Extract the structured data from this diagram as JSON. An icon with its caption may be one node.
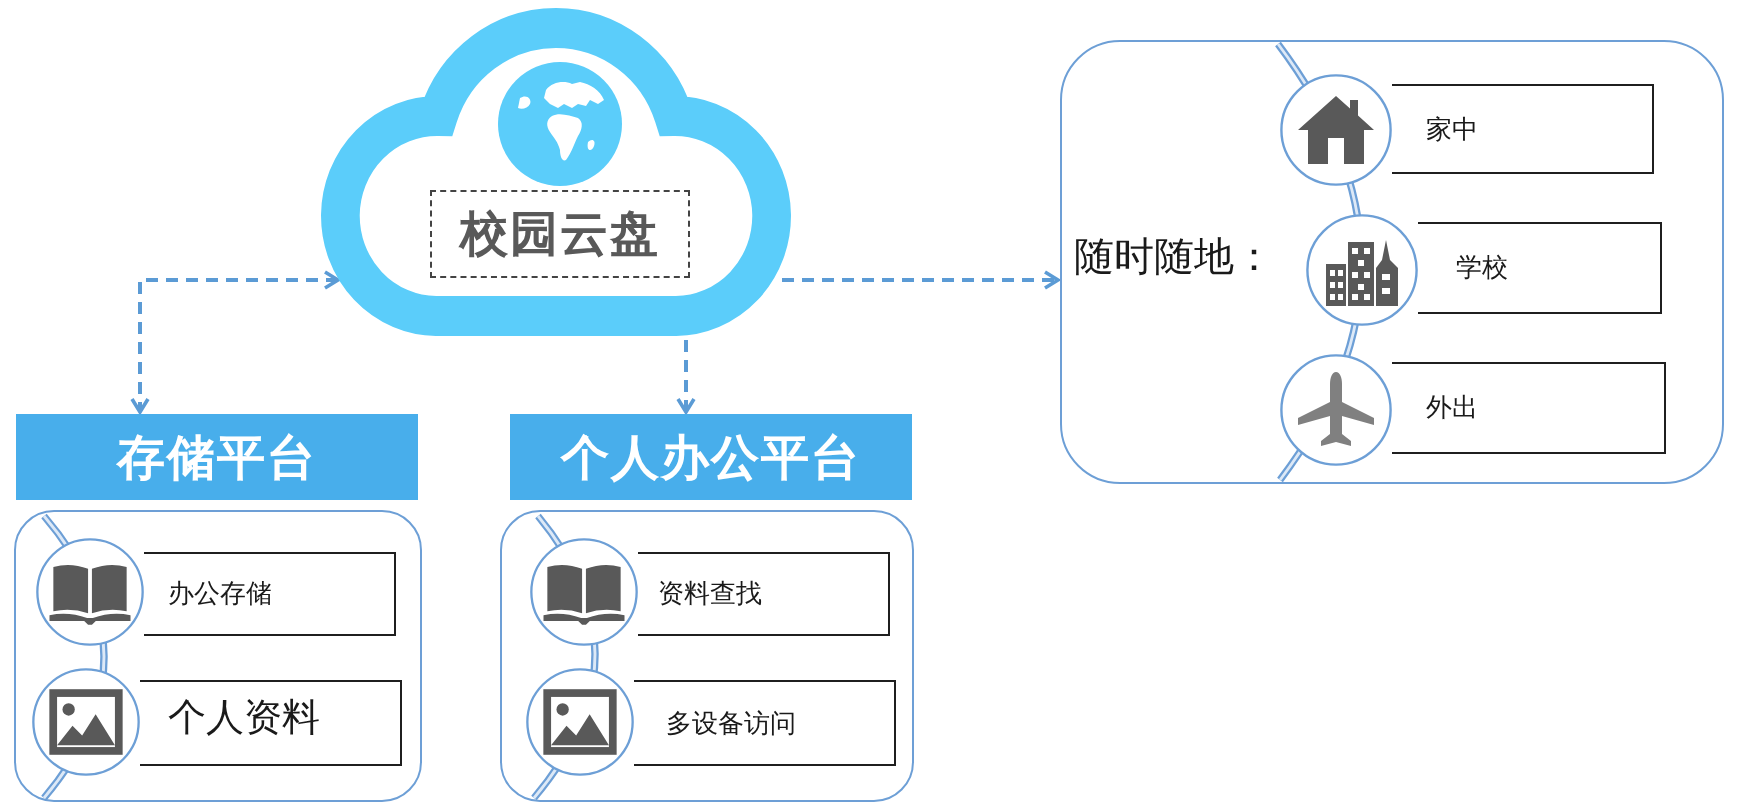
{
  "diagram": {
    "nodes": [
      {
        "text": [
          "校园云盘"
        ]
      },
      {
        "text": [
          "存储平台"
        ]
      },
      {
        "text": [],
        "shape": "box"
      },
      {
        "text": [
          "办公存储"
        ],
        "in": 2
      },
      {
        "text": [
          "个人资料"
        ],
        "in": 2
      },
      {
        "text": [
          "个人办公平台"
        ]
      },
      {
        "text": [],
        "shape": "box"
      },
      {
        "text": [
          "资料查找"
        ],
        "in": 6
      },
      {
        "text": [
          "多设备访问"
        ],
        "in": 6
      },
      {
        "text": [
          "随时随地："
        ]
      },
      {
        "text": [
          "家中"
        ],
        "in": 9
      },
      {
        "text": [
          "学校"
        ],
        "in": 9
      },
      {
        "text": [
          "外出"
        ],
        "in": 9
      }
    ],
    "edges": [
      {
        "from": 0,
        "to": 1,
        "arrow": "both",
        "style": "dashed"
      },
      {
        "from": 0,
        "to": 5,
        "arrow": "to",
        "style": "dashed"
      },
      {
        "from": 0,
        "to": 9,
        "arrow": "to",
        "style": "dashed"
      }
    ]
  }
}
